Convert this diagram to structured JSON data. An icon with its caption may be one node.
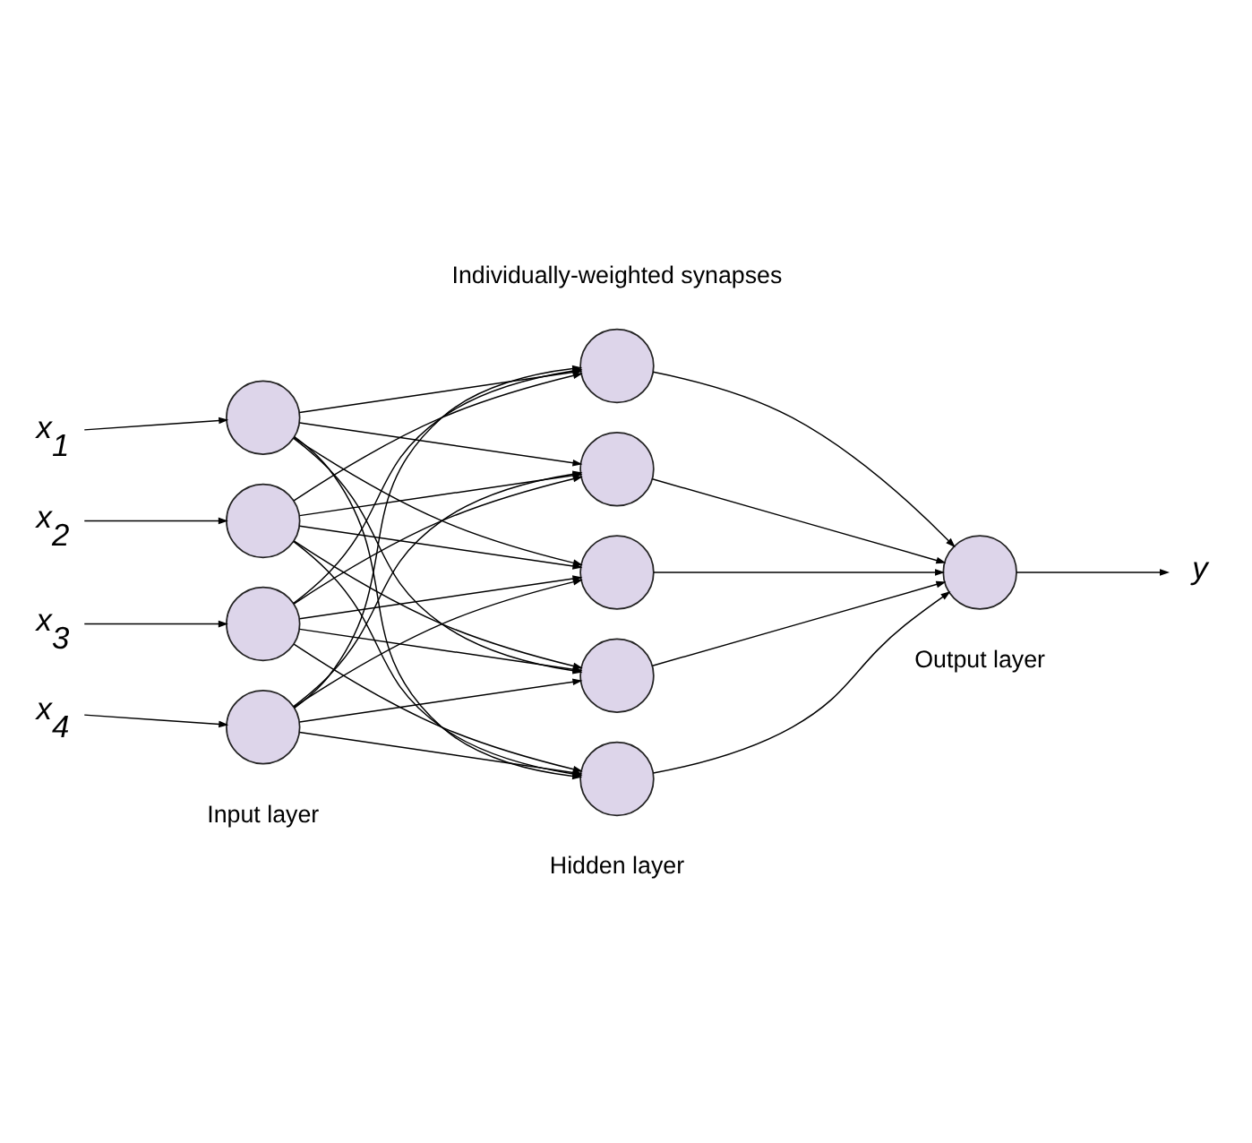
{
  "diagram": {
    "nodes": [
      {
        "text": [
          "x$_{1}$"
        ]
      },
      {
        "text": [
          "x$_{2}$"
        ]
      },
      {
        "text": [
          "x$_{3}$"
        ]
      },
      {
        "text": [
          "x$_{4}$"
        ]
      },
      {
        "text": [],
        "shape": "circle"
      },
      {
        "text": [],
        "shape": "circle"
      },
      {
        "text": [],
        "shape": "circle"
      },
      {
        "text": [],
        "shape": "circle"
      },
      {
        "text": [],
        "shape": "circle"
      },
      {
        "text": [],
        "shape": "circle"
      },
      {
        "text": [],
        "shape": "circle"
      },
      {
        "text": [],
        "shape": "circle"
      },
      {
        "text": [],
        "shape": "circle"
      },
      {
        "text": [],
        "shape": "circle"
      },
      {
        "text": [
          "y"
        ]
      }
    ],
    "edges": [
      {
        "from": 0,
        "to": 4,
        "arrow": "to"
      },
      {
        "from": 1,
        "to": 5,
        "arrow": "to"
      },
      {
        "from": 2,
        "to": 6,
        "arrow": "to"
      },
      {
        "from": 3,
        "to": 7,
        "arrow": "to"
      },
      {
        "from": 4,
        "to": 8,
        "arrow": "to"
      },
      {
        "from": 4,
        "to": 9,
        "arrow": "to"
      },
      {
        "from": 4,
        "to": 10,
        "arrow": "to"
      },
      {
        "from": 4,
        "to": 11,
        "arrow": "to"
      },
      {
        "from": 4,
        "to": 12,
        "arrow": "to"
      },
      {
        "from": 5,
        "to": 8,
        "arrow": "to"
      },
      {
        "from": 5,
        "to": 9,
        "arrow": "to"
      },
      {
        "from": 5,
        "to": 10,
        "arrow": "to"
      },
      {
        "from": 5,
        "to": 11,
        "arrow": "to"
      },
      {
        "from": 5,
        "to": 12,
        "arrow": "to"
      },
      {
        "from": 6,
        "to": 8,
        "arrow": "to"
      },
      {
        "from": 6,
        "to": 9,
        "arrow": "to"
      },
      {
        "from": 6,
        "to": 10,
        "arrow": "to"
      },
      {
        "from": 6,
        "to": 11,
        "arrow": "to"
      },
      {
        "from": 6,
        "to": 12,
        "arrow": "to"
      },
      {
        "from": 7,
        "to": 8,
        "arrow": "to"
      },
      {
        "from": 7,
        "to": 9,
        "arrow": "to"
      },
      {
        "from": 7,
        "to": 10,
        "arrow": "to"
      },
      {
        "from": 7,
        "to": 11,
        "arrow": "to"
      },
      {
        "from": 7,
        "to": 12,
        "arrow": "to"
      },
      {
        "from": 8,
        "to": 13,
        "arrow": "to"
      },
      {
        "from": 9,
        "to": 13,
        "arrow": "to"
      },
      {
        "from": 10,
        "to": 13,
        "arrow": "to"
      },
      {
        "from": 11,
        "to": 13,
        "arrow": "to"
      },
      {
        "from": 12,
        "to": 13,
        "arrow": "to"
      },
      {
        "from": 13,
        "to": 14,
        "arrow": "to"
      }
    ],
    "labels": [
      "Individually-weighted synapses",
      "Input layer",
      "Hidden layer",
      "Output layer"
    ]
  }
}
